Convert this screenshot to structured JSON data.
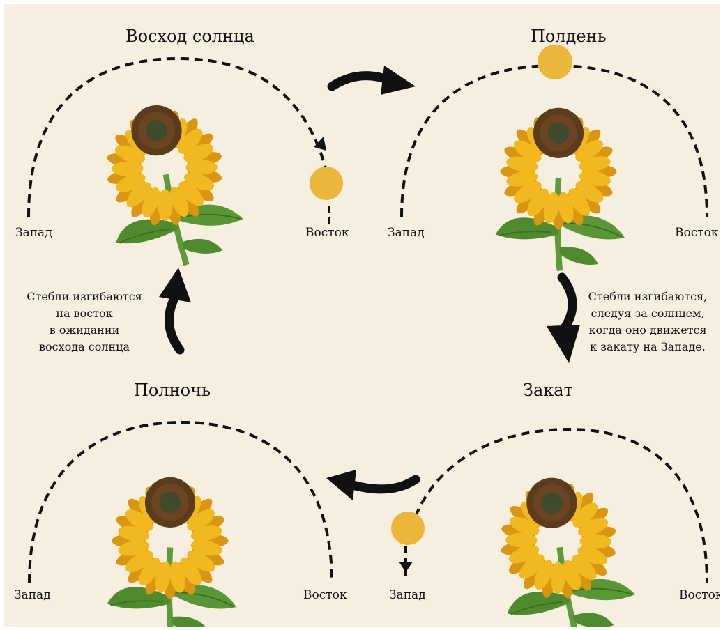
{
  "colors": {
    "background": "#f6eedf",
    "sun": "#ebb73a",
    "arc": "#111111",
    "petal": "#f2b81f",
    "petal_dark": "#d99612",
    "disk": "#5a3b1c",
    "disk_center": "#3f4a2c",
    "leaf": "#4f8a2f",
    "stem": "#5f9a3a"
  },
  "panels": [
    {
      "id": "sunrise",
      "title": "Восход солнца",
      "west": "Запад",
      "east": "Восток"
    },
    {
      "id": "noon",
      "title": "Полдень",
      "west": "Запад",
      "east": "Восток"
    },
    {
      "id": "midnight",
      "title": "Полночь",
      "west": "Запад",
      "east": "Восток"
    },
    {
      "id": "sunset",
      "title": "Закат",
      "west": "Запад",
      "east": "Восток"
    }
  ],
  "notes": {
    "left": [
      "Стебли изгибаются",
      "на восток",
      "в ожидании",
      "восхода солнца"
    ],
    "right": [
      "Стебли изгибаются,",
      "следуя за солнцем,",
      "когда оно движется",
      "к закату на Западе."
    ]
  },
  "icons": {
    "sun": "sun-circle-icon",
    "sunflower": "sunflower-icon",
    "arrow": "curved-arrow-icon"
  }
}
